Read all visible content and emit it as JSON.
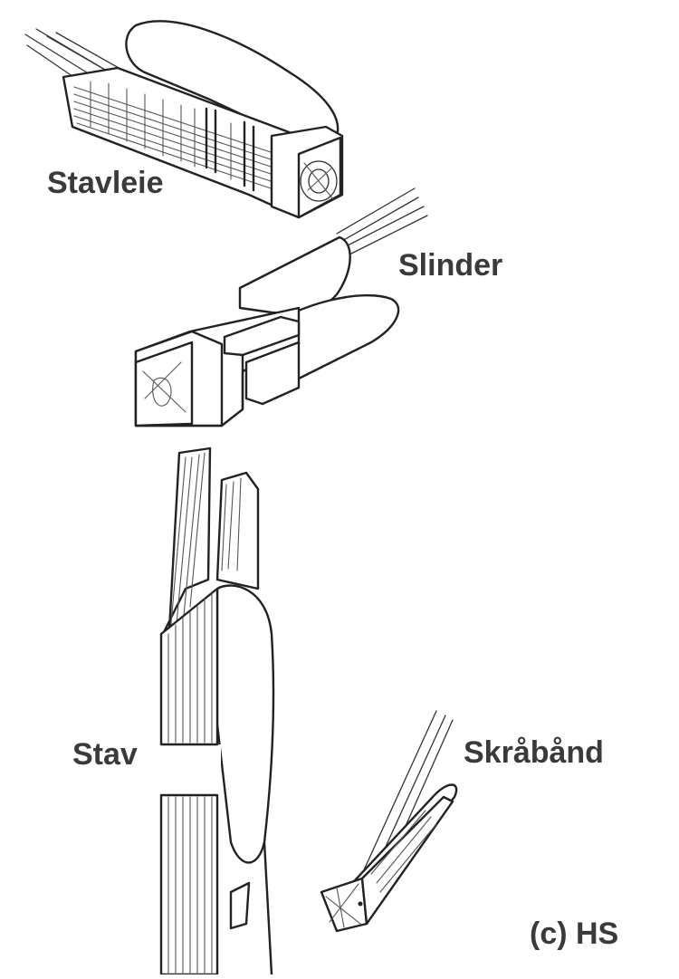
{
  "labels": {
    "stavleie": "Stavleie",
    "slinder": "Slinder",
    "stav": "Stav",
    "skraband": "Skråbånd",
    "copyright": "(c) HS"
  },
  "colors": {
    "background": "#ffffff",
    "ink": "#222222",
    "label_text": "#3a3a3a"
  }
}
